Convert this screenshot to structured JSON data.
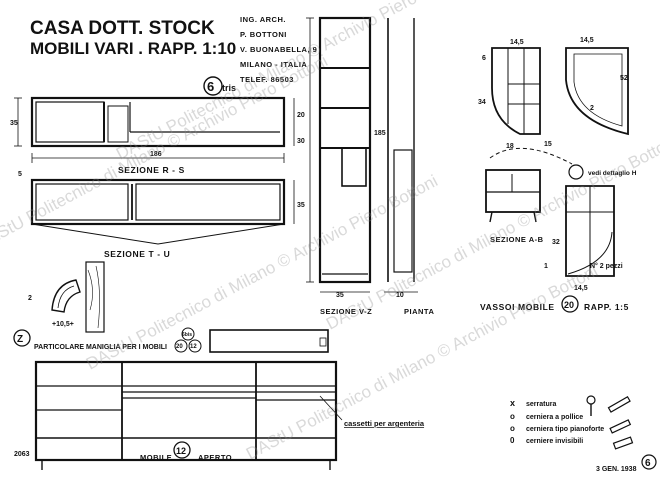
{
  "header": {
    "title_line1": "CASA DOTT. STOCK",
    "title_line2": "MOBILI VARI . RAPP. 1:10",
    "architect": [
      "ING. ARCH.",
      "P. BOTTONI",
      "V. BUONABELLA, 9",
      "MILANO - ITALIA",
      "TELEF. 86503"
    ],
    "sheet_number": "6",
    "sheet_suffix": "tris"
  },
  "sections": {
    "rs": "SEZIONE     R - S",
    "tu": "SEZIONE      T - U",
    "vz": "SEZIONE  V-Z",
    "pianta": "PIANTA",
    "ab": "SEZIONE  A-B"
  },
  "dimensions": {
    "w186": "186",
    "h35a": "35",
    "h35b": "35",
    "h30": "30",
    "h20": "20",
    "h5a": "5",
    "h185": "185",
    "w35": "35",
    "w10": "10",
    "tray_w145a": "14,5",
    "tray_34": "34",
    "tray_6": "6",
    "tray_18": "18",
    "tray_15": "15",
    "tray_52": "52",
    "tray_2": "2",
    "tray_145b": "14,5",
    "tray_32": "32",
    "tray_145c": "14,5",
    "tray_1": "1",
    "handle_2": "2",
    "handle_width": "+10,5+"
  },
  "labels": {
    "vassoi": "VASSOI  MOBILE",
    "vassoi_num": "20",
    "vassoi_scale": "RAPP. 1:5",
    "vedi_dettaglio": "vedi dettaglio H",
    "pezzi": "N° 2 pezzi",
    "z_marker": "Z",
    "maniglia": "PARTICOLARE MANIGLIA PER I MOBILI",
    "maniglia_refs": [
      "6bis",
      "20",
      "12"
    ],
    "cassetti": "cassetti per argenteria",
    "mobile_aperto": "MOBILE",
    "mobile_num": "12",
    "aperto": "APERTO",
    "corner_code": "2063",
    "date": "3 GEN. 1938",
    "sheet_corner": "6"
  },
  "legend": [
    {
      "symbol": "x",
      "text": "serratura"
    },
    {
      "symbol": "o",
      "text": "cerniera a pollice"
    },
    {
      "symbol": "o",
      "text": "cerniera tipo pianoforte"
    },
    {
      "symbol": "0",
      "text": "cerniere invisibili"
    }
  ],
  "watermark": "DAStU Politecnico di Milano © Archivio Piero Bottoni"
}
